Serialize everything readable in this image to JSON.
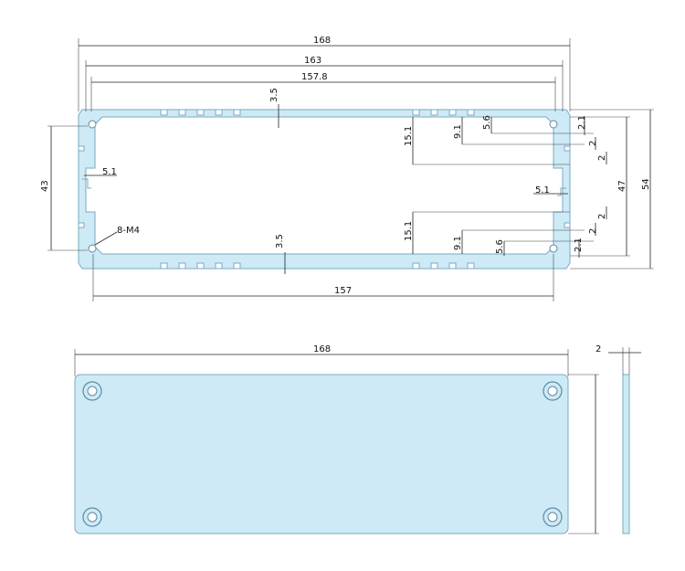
{
  "top_view": {
    "dimensions": {
      "overall_width": "168",
      "inner_width_a": "163",
      "inner_width_b": "157.8",
      "hole_spacing": "157",
      "left_height": "43",
      "height_47": "47",
      "height_54": "54",
      "slot_top": "3.5",
      "slot_bottom": "3.5",
      "left_slot": "5.1",
      "right_slot": "5.1",
      "holes": "8-M4",
      "r_top_15": "15.1",
      "r_bottom_15": "15.1",
      "r_top_9": "9.1",
      "r_bottom_9": "9.1",
      "r_top_56": "5.6",
      "r_bottom_56": "5.6",
      "r_top_21": "2.1",
      "r_bottom_21": "2.1",
      "r_two_a": "2",
      "r_two_b": "2",
      "r_two_c": "2",
      "r_two_d": "2"
    }
  },
  "bottom_view": {
    "dimensions": {
      "plate_width": "168",
      "plate_thickness": "2"
    }
  },
  "colors": {
    "part_fill": "#cdeaf6",
    "part_stroke": "#7aa9c2"
  }
}
